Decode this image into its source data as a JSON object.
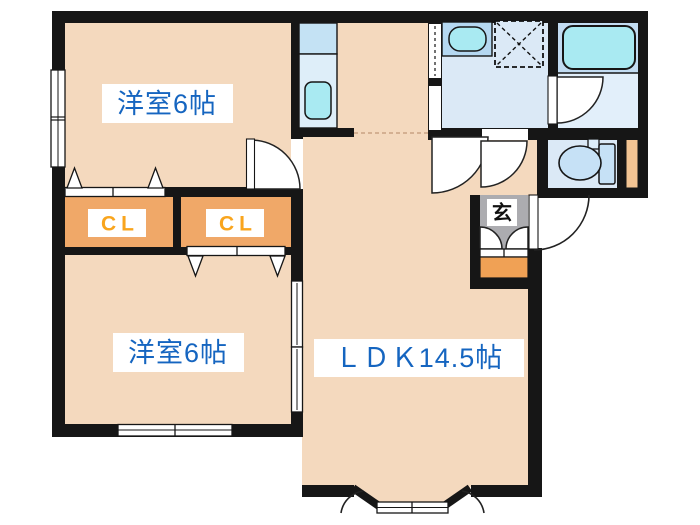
{
  "colors": {
    "wall": "#161616",
    "floor": "#F4D9BE",
    "closet": "#F0A868",
    "porch": "#F0A155",
    "genkan": "#ACACB0",
    "water": "#DBE9F6",
    "water_deep": "#C2DCF2",
    "unit": "#B5D8F1",
    "fixture": "#A9EAF2",
    "toilet_fill": "#C6E1F6",
    "strip": "#F3C493",
    "label_blue": "#1565C0",
    "label_orange": "#F9A51D"
  },
  "floorplan": {
    "bedroom_top": {
      "label": "洋室6帖"
    },
    "bedroom_bottom": {
      "label": "洋室6帖"
    },
    "ldk": {
      "label": "ＬＤＫ14.5帖"
    },
    "closet_left": {
      "label": "CL"
    },
    "closet_right": {
      "label": "CL"
    },
    "entrance": {
      "label": "玄"
    }
  }
}
